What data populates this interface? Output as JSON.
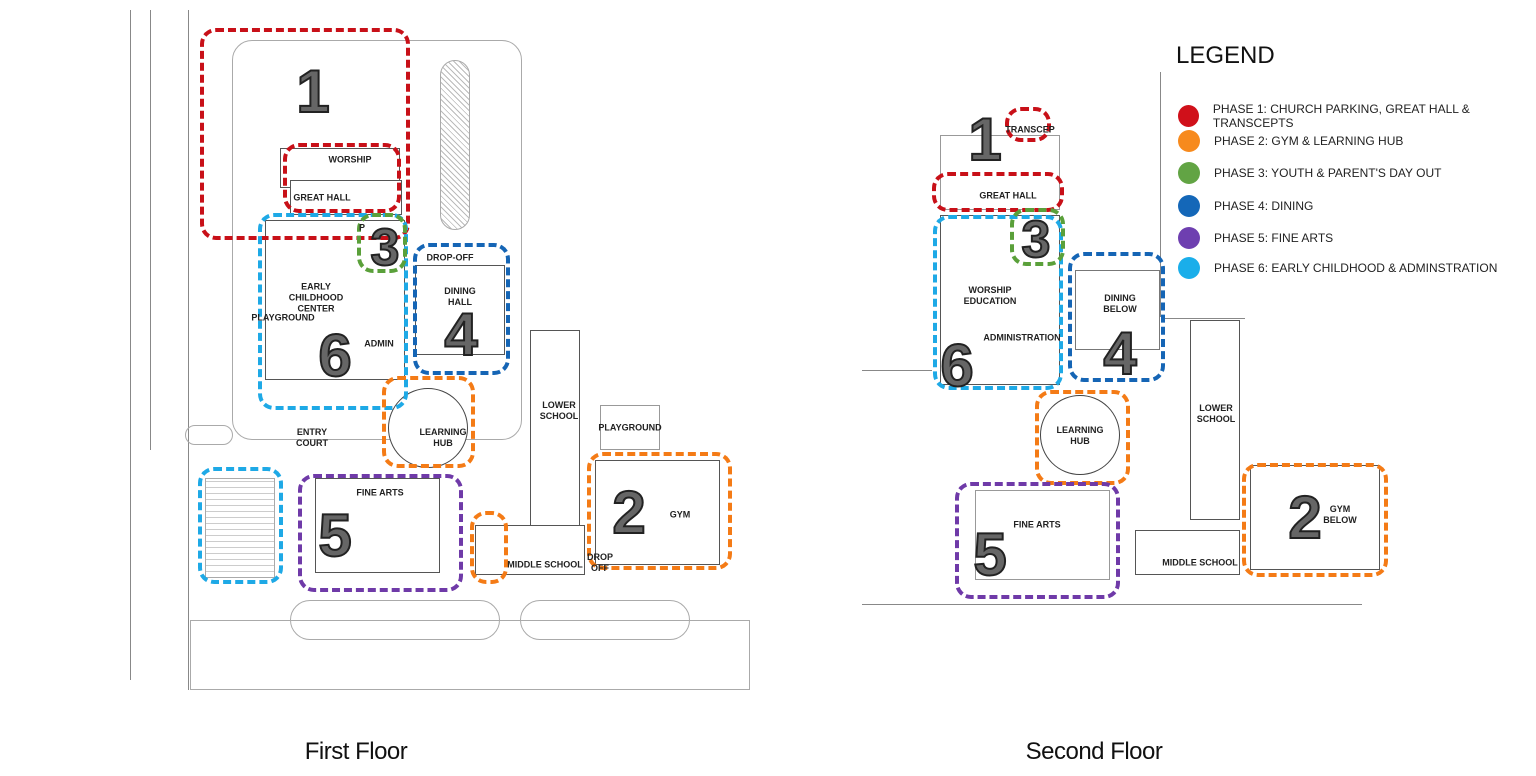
{
  "floors": {
    "first": {
      "title": "First Floor",
      "rooms": {
        "worship": "WORSHIP",
        "great_hall": "GREAT HALL",
        "early_childhood": "EARLY\nCHILDHOOD\nCENTER",
        "playground_west": "PLAYGROUND",
        "admin": "ADMIN",
        "drop_off": "DROP-OFF",
        "dining_hall": "DINING\nHALL",
        "learning_hub": "LEARNING\nHUB",
        "entry_court": "ENTRY\nCOURT",
        "lower_school": "LOWER\nSCHOOL",
        "playground_east": "PLAYGROUND",
        "fine_arts": "FINE ARTS",
        "middle_school": "MIDDLE SCHOOL",
        "gym": "GYM",
        "drop_off_south": "DROP\nOFF",
        "p_room": "P"
      }
    },
    "second": {
      "title": "Second Floor",
      "rooms": {
        "transcept": "TRANSCEP",
        "great_hall": "GREAT HALL",
        "worship_education": "WORSHIP\nEDUCATION",
        "administration": "ADMINISTRATION",
        "dining_below": "DINING\nBELOW",
        "learning_hub": "LEARNING\nHUB",
        "lower_school": "LOWER\nSCHOOL",
        "fine_arts": "FINE ARTS",
        "gym_below": "GYM\nBELOW",
        "middle_school": "MIDDLE SCHOOL"
      }
    }
  },
  "phase_numbers": [
    "1",
    "2",
    "3",
    "4",
    "5",
    "6"
  ],
  "legend": {
    "title": "LEGEND",
    "items": [
      {
        "label": "PHASE 1: CHURCH PARKING, GREAT HALL & TRANSCEPTS",
        "color": "#d0101a"
      },
      {
        "label": "PHASE 2: GYM & LEARNING HUB",
        "color": "#f78a1d"
      },
      {
        "label": "PHASE 3: YOUTH & PARENT'S DAY OUT",
        "color": "#62a444"
      },
      {
        "label": "PHASE 4: DINING",
        "color": "#1467b8"
      },
      {
        "label": "PHASE 5: FINE ARTS",
        "color": "#6e3fb0"
      },
      {
        "label": "PHASE 6: EARLY CHILDHOOD & ADMINSTRATION",
        "color": "#1aaeea"
      }
    ]
  }
}
